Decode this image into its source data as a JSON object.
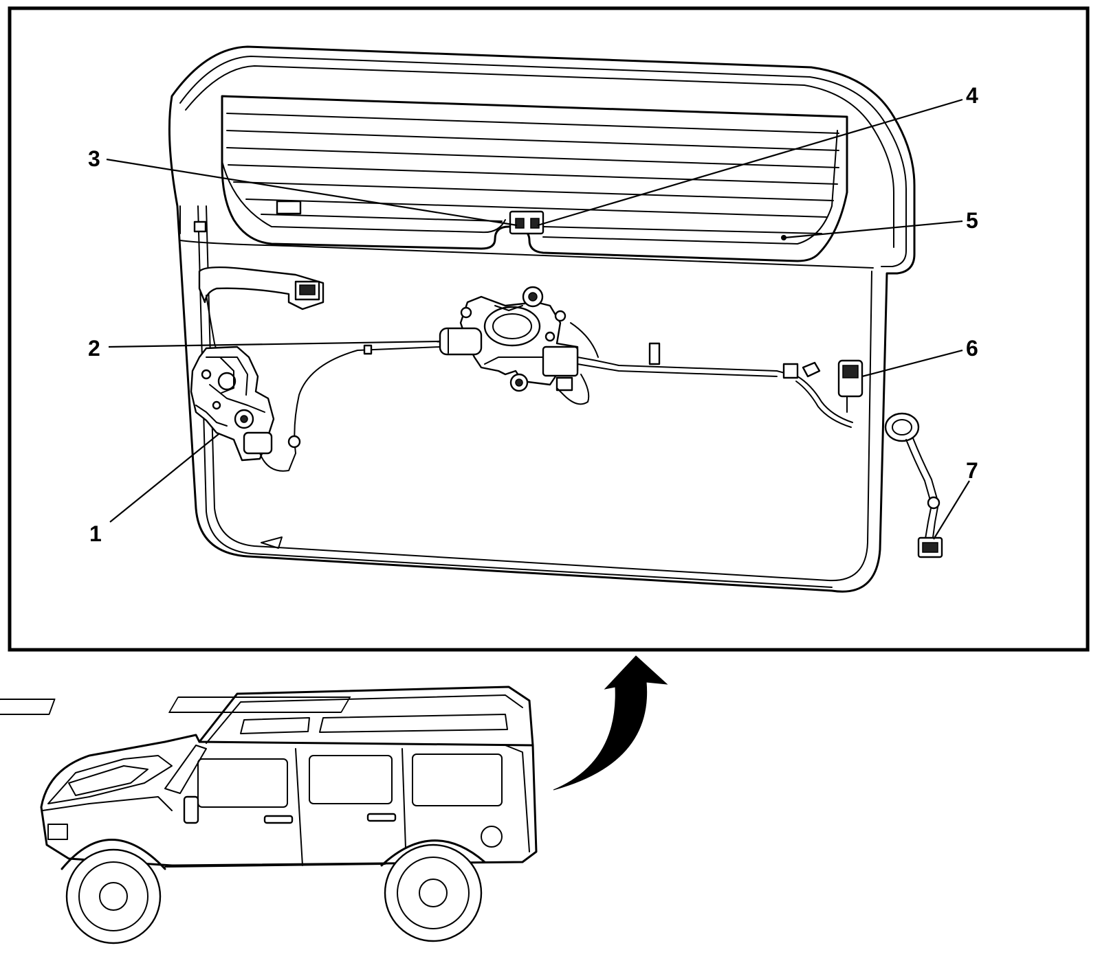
{
  "callouts": [
    {
      "id": "1",
      "label": "1"
    },
    {
      "id": "2",
      "label": "2"
    },
    {
      "id": "3",
      "label": "3"
    },
    {
      "id": "4",
      "label": "4"
    },
    {
      "id": "5",
      "label": "5"
    },
    {
      "id": "6",
      "label": "6"
    },
    {
      "id": "7",
      "label": "7"
    }
  ],
  "icons": {
    "arrow": "curved-arrow-icon",
    "vehicle": "suv-vehicle-icon"
  },
  "colors": {
    "line": "#000000",
    "background": "#ffffff"
  }
}
